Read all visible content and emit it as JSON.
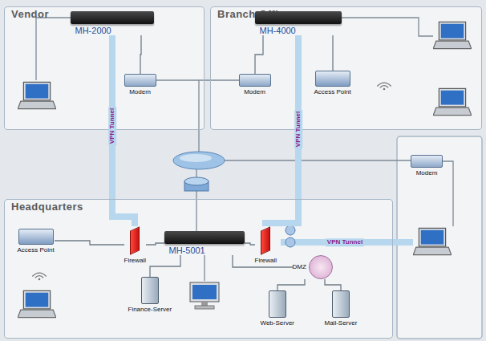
{
  "diagram": {
    "nodes": [
      {
        "text": [
          "Vendor"
        ]
      },
      {
        "text": [
          "MH-2000"
        ],
        "in": 0
      },
      {
        "text": [
          "Modem"
        ],
        "in": 0
      },
      {
        "text": [
          "Branch Office"
        ]
      },
      {
        "text": [
          "MH-4000"
        ],
        "in": 3
      },
      {
        "text": [
          "Modem"
        ],
        "in": 3
      },
      {
        "text": [
          "Access Point"
        ],
        "in": 3
      },
      {
        "text": [
          "Headquarters"
        ]
      },
      {
        "text": [
          "Access Point"
        ],
        "in": 7
      },
      {
        "text": [
          "Firewall"
        ],
        "in": 7
      },
      {
        "text": [
          "MH-5001"
        ],
        "in": 7
      },
      {
        "text": [
          "Firewall"
        ],
        "in": 7
      },
      {
        "text": [
          "DMZ"
        ],
        "in": 7
      },
      {
        "text": [
          "Finance-Server"
        ],
        "in": 7
      },
      {
        "text": [
          "Web-Server"
        ],
        "in": 7
      },
      {
        "text": [
          "Mail-Server"
        ],
        "in": 7
      },
      {
        "text": [
          "Modem"
        ]
      }
    ],
    "edges": [
      {
        "from": 1,
        "to": 9,
        "arrow": "none",
        "label": "VPN Tunnel"
      },
      {
        "from": 4,
        "to": 11,
        "arrow": "none",
        "label": "VPN Tunnel"
      },
      {
        "from": 1,
        "to": 2,
        "arrow": "none"
      },
      {
        "from": 4,
        "to": 5,
        "arrow": "none"
      },
      {
        "from": 4,
        "to": 6,
        "arrow": "none"
      },
      {
        "from": 8,
        "to": 9,
        "arrow": "none"
      },
      {
        "from": 9,
        "to": 10,
        "arrow": "none"
      },
      {
        "from": 10,
        "to": 11,
        "arrow": "none"
      },
      {
        "from": 10,
        "to": 13,
        "arrow": "none"
      },
      {
        "from": 10,
        "to": 12,
        "arrow": "none"
      },
      {
        "from": 12,
        "to": 14,
        "arrow": "none"
      },
      {
        "from": 12,
        "to": 15,
        "arrow": "none"
      }
    ],
    "labels": [
      "VPN Tunnel"
    ]
  }
}
